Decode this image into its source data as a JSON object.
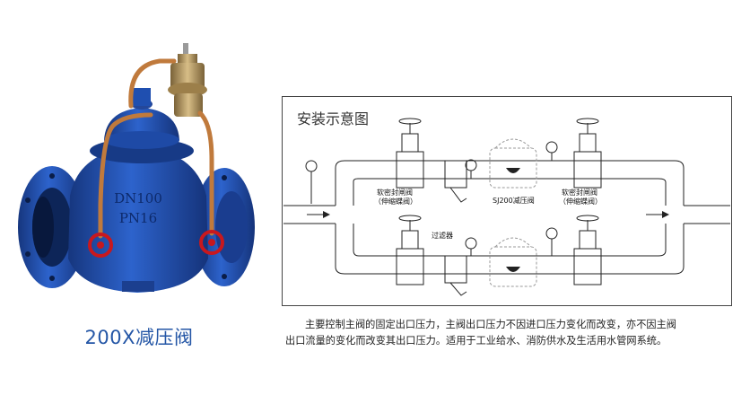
{
  "product": {
    "caption": "200X减压阀",
    "body_marking_1": "DN100",
    "body_marking_2": "PN16",
    "colors": {
      "body": "#1f4fb0",
      "copper": "#c07a3c",
      "brass": "#a88a55",
      "handwheel": "#c8181e"
    }
  },
  "diagram": {
    "title": "安装示意图",
    "labels": {
      "left_valve_line1": "软密封闸阀",
      "left_valve_line2": "（伸缩蝶阀）",
      "center_valve": "SJ200减压阀",
      "right_valve_line1": "软密封闸阀",
      "right_valve_line2": "（伸缩蝶阀）",
      "filter": "过滤器"
    }
  },
  "description": {
    "line1": "主要控制主阀的固定出口压力，主阀出口压力不因进口压力变化而改变，亦不因主阀",
    "line2": "出口流量的变化而改变其出口压力。适用于工业给水、消防供水及生活用水管网系统。"
  }
}
